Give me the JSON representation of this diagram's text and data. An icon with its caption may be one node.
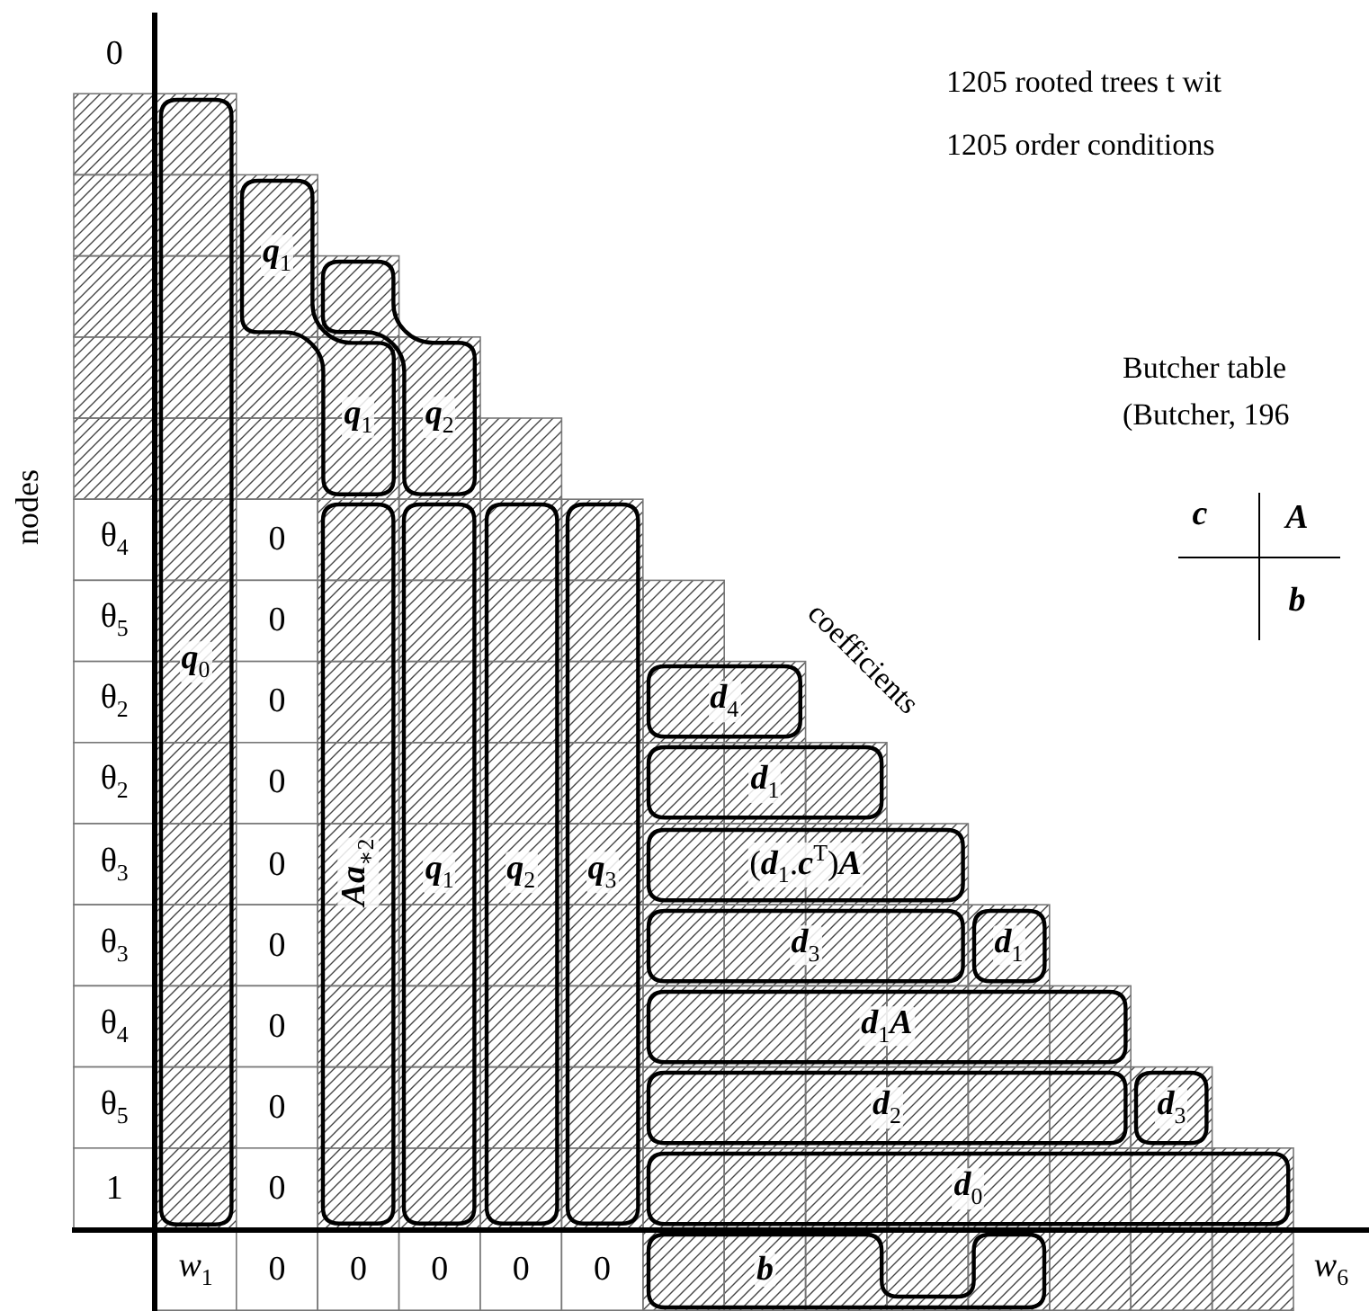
{
  "diagram": {
    "nodes": [
      {
        "text": [
          "**q**$_{0}$"
        ]
      },
      {
        "text": [
          "**q**$_{1}$",
          "**q**$_{1}$"
        ]
      },
      {
        "text": [
          "**q**$_{2}$"
        ]
      },
      {
        "text": [
          "**Aa**$_{∗2}$"
        ]
      },
      {
        "text": [
          "**q**$_{1}$"
        ]
      },
      {
        "text": [
          "**q**$_{2}$"
        ]
      },
      {
        "text": [
          "**q**$_{3}$"
        ]
      },
      {
        "text": [
          "**d**$_{4}$"
        ]
      },
      {
        "text": [
          "**d**$_{1}$"
        ]
      },
      {
        "text": [
          "(**d**$_{1}$.**c**$^{T}$)**A**"
        ]
      },
      {
        "text": [
          "**d**$_{3}$"
        ]
      },
      {
        "text": [
          "**d**$_{1}$"
        ]
      },
      {
        "text": [
          "**d**$_{1}$**A**"
        ]
      },
      {
        "text": [
          "**d**$_{2}$"
        ]
      },
      {
        "text": [
          "**d**$_{3}$"
        ]
      },
      {
        "text": [
          "**d**$_{0}$"
        ]
      },
      {
        "text": [
          "b"
        ]
      }
    ],
    "labels": [
      "0",
      "1205 rooted trees t wit",
      "1205 order conditions",
      "Butcher table",
      "(Butcher, 196",
      "nodes",
      "c",
      "A",
      "b",
      "coefficients",
      "θ$_{4}$",
      "0",
      "θ$_{5}$",
      "0",
      "θ$_{2}$",
      "0",
      "θ$_{2}$",
      "0",
      "θ$_{3}$",
      "0",
      "θ$_{3}$",
      "0",
      "θ$_{4}$",
      "0",
      "θ$_{5}$",
      "0",
      "1",
      "0",
      "*w*$_{1}$",
      "0",
      "0",
      "0",
      "0",
      "0",
      "*w*$_{6}$"
    ]
  }
}
